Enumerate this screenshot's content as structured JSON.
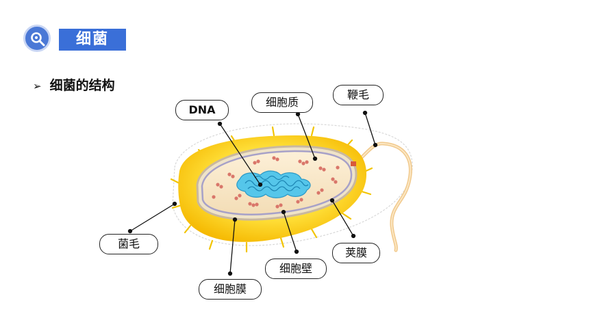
{
  "header": {
    "title": "细菌",
    "icon": "search-icon"
  },
  "subtitle": "细菌的结构",
  "labels": {
    "dna": "DNA",
    "cytoplasm": "细胞质",
    "flagellum": "鞭毛",
    "pilus": "菌毛",
    "capsule": "荚膜",
    "cell_wall": "细胞壁",
    "cell_membrane": "细胞膜"
  },
  "colors": {
    "accent": "#3a6fd8",
    "capsule": "#ffd21a",
    "cytoplasm": "#f6e4c8",
    "dna": "#4ec3e6",
    "ribosome": "#d9766a"
  }
}
